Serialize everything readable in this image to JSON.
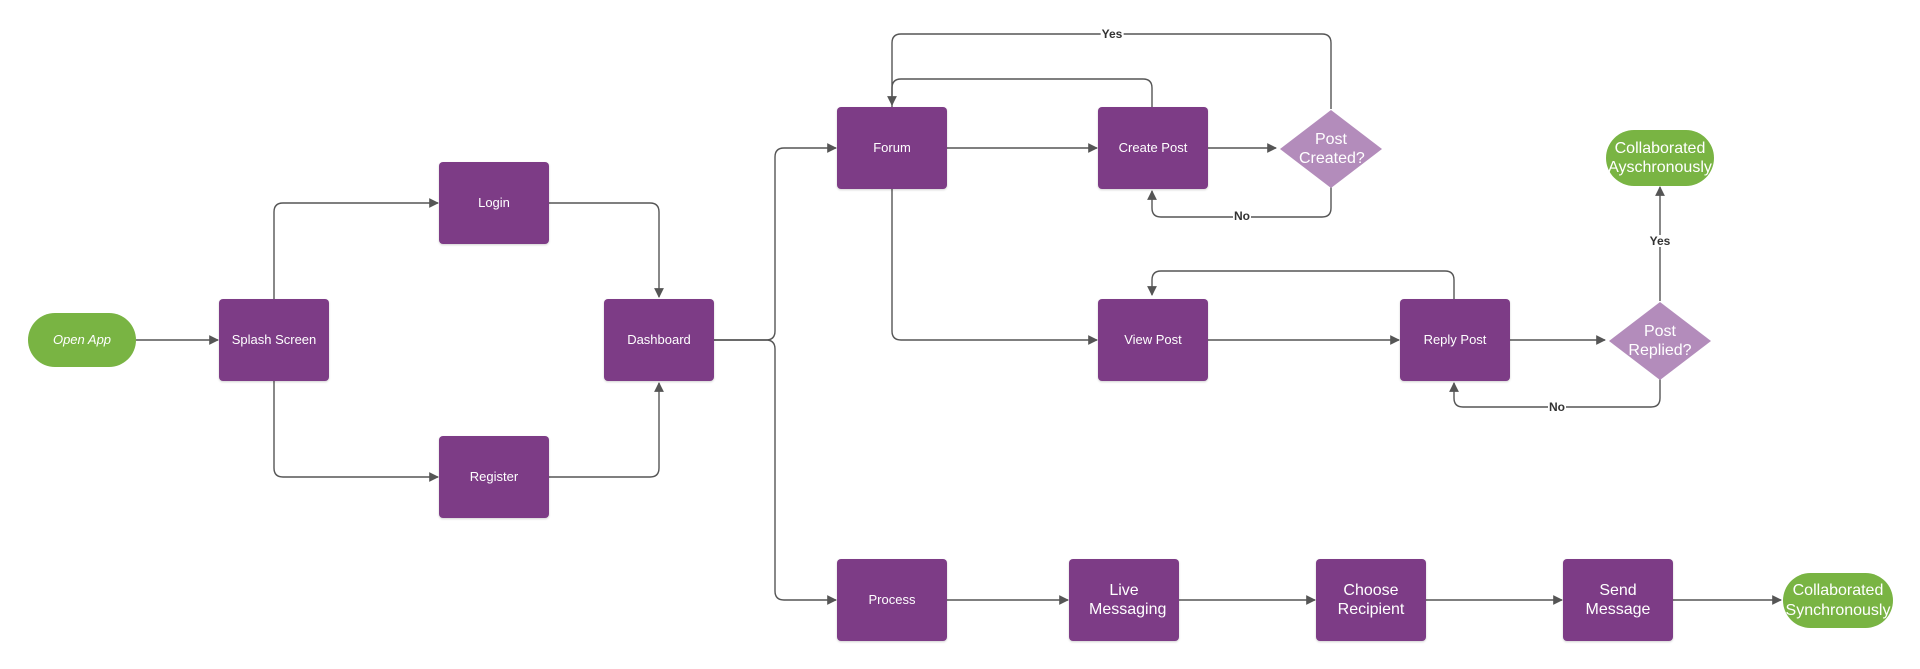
{
  "nodes": {
    "open_app": "Open App",
    "splash_screen": "Splash Screen",
    "login": "Login",
    "register": "Register",
    "dashboard": "Dashboard",
    "forum": "Forum",
    "create_post": "Create Post",
    "post_created": "Post Created?",
    "view_post": "View Post",
    "reply_post": "Reply Post",
    "post_replied": "Post Replied?",
    "collaborated_async": "Collaborated Ayschronously",
    "process": "Process",
    "live_messaging": "Live Messaging",
    "choose_recipient": "Choose Recipient",
    "send_message": "Send Message",
    "collaborated_sync": "Collaborated Synchronously"
  },
  "edge_labels": {
    "post_created_yes": "Yes",
    "post_created_no": "No",
    "post_replied_yes": "Yes",
    "post_replied_no": "No"
  },
  "colors": {
    "process_fill": "#7d3c86",
    "decision_fill": "#b38cbb",
    "terminal_fill": "#79b443",
    "connector": "#555555"
  }
}
